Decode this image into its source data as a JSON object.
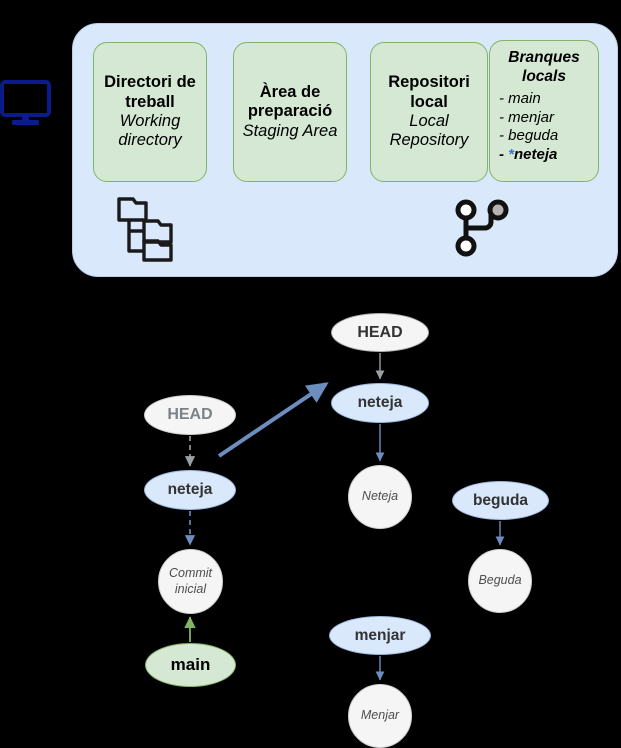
{
  "panel": {
    "boxes": [
      {
        "name": "working-directory",
        "title": "Directori de treball",
        "subtitle": "Working directory"
      },
      {
        "name": "staging-area",
        "title": "Àrea de preparació",
        "subtitle": "Staging Area"
      },
      {
        "name": "local-repository",
        "title": "Repositori local",
        "subtitle": "Local Repository"
      }
    ],
    "branches_box": {
      "title": "Branques locals",
      "items": [
        {
          "prefix": "- ",
          "star": "",
          "label": "main",
          "current": false
        },
        {
          "prefix": "- ",
          "star": "",
          "label": "menjar",
          "current": false
        },
        {
          "prefix": "- ",
          "star": "",
          "label": "beguda",
          "current": false
        },
        {
          "prefix": "- ",
          "star": "*",
          "label": "neteja",
          "current": true
        }
      ]
    },
    "icons": {
      "monitor": "monitor-icon",
      "folder_tree": "folder-tree-icon",
      "git_branch": "git-branch-icon"
    },
    "colors": {
      "panel_bg": "#dae8fc",
      "box_bg": "#d5e8d4",
      "box_border": "#82b366",
      "monitor": "#0b1a8c",
      "star_blue": "#3b74d1"
    }
  },
  "graph": {
    "nodes": {
      "head_left": "HEAD",
      "neteja_left": "neteja",
      "commit_inicial_line1": "Commit",
      "commit_inicial_line2": "inicial",
      "main": "main",
      "head_right": "HEAD",
      "neteja_right": "neteja",
      "neteja_commit": "Neteja",
      "menjar": "menjar",
      "menjar_commit": "Menjar",
      "beguda": "beguda",
      "beguda_commit": "Beguda"
    },
    "edge_colors": {
      "dashed_gray": "#9aa0a6",
      "solid_blue": "#6c8ebf",
      "solid_green": "#82b366",
      "move_arrow": "#6c8ebf"
    }
  }
}
